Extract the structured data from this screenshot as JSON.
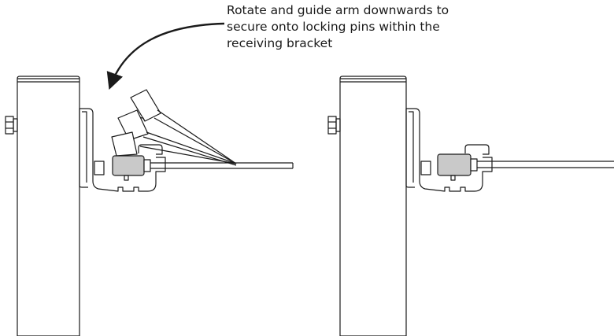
{
  "instruction": {
    "lines": [
      "Rotate and guide arm downwards to",
      "secure onto locking pins within the",
      "receiving bracket"
    ]
  },
  "colors": {
    "stroke": "#1a1a1a",
    "weight_fill": "#c9c9c9",
    "background": "#ffffff"
  },
  "icons": {
    "direction": "curved-arrow-icon"
  }
}
